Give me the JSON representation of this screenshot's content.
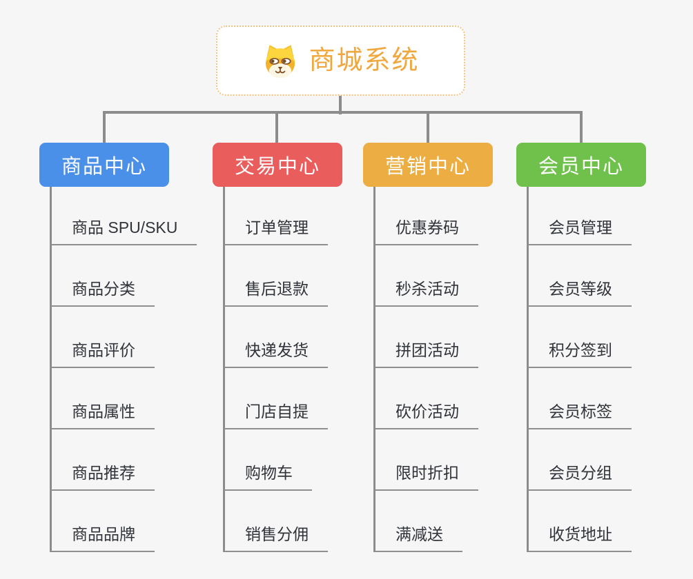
{
  "root": {
    "title": "商城系统",
    "icon": "dog-icon"
  },
  "branches": [
    {
      "label": "商品中心",
      "color": "#4B90E8",
      "items": [
        "商品 SPU/SKU",
        "商品分类",
        "商品评价",
        "商品属性",
        "商品推荐",
        "商品品牌"
      ]
    },
    {
      "label": "交易中心",
      "color": "#E95D5D",
      "items": [
        "订单管理",
        "售后退款",
        "快递发货",
        "门店自提",
        "购物车",
        "销售分佣"
      ]
    },
    {
      "label": "营销中心",
      "color": "#ECAD43",
      "items": [
        "优惠券码",
        "秒杀活动",
        "拼团活动",
        "砍价活动",
        "限时折扣",
        "满减送"
      ]
    },
    {
      "label": "会员中心",
      "color": "#6FC14B",
      "items": [
        "会员管理",
        "会员等级",
        "积分签到",
        "会员标签",
        "会员分组",
        "收货地址"
      ]
    }
  ],
  "colors": {
    "background": "#F6F6F6",
    "connector": "#8C8C8C",
    "underline": "#8E8E8E",
    "item_text": "#30343A",
    "branch_text": "#FFFFFF",
    "root_title": "#F0A73E",
    "root_border": "#F3C47D"
  }
}
